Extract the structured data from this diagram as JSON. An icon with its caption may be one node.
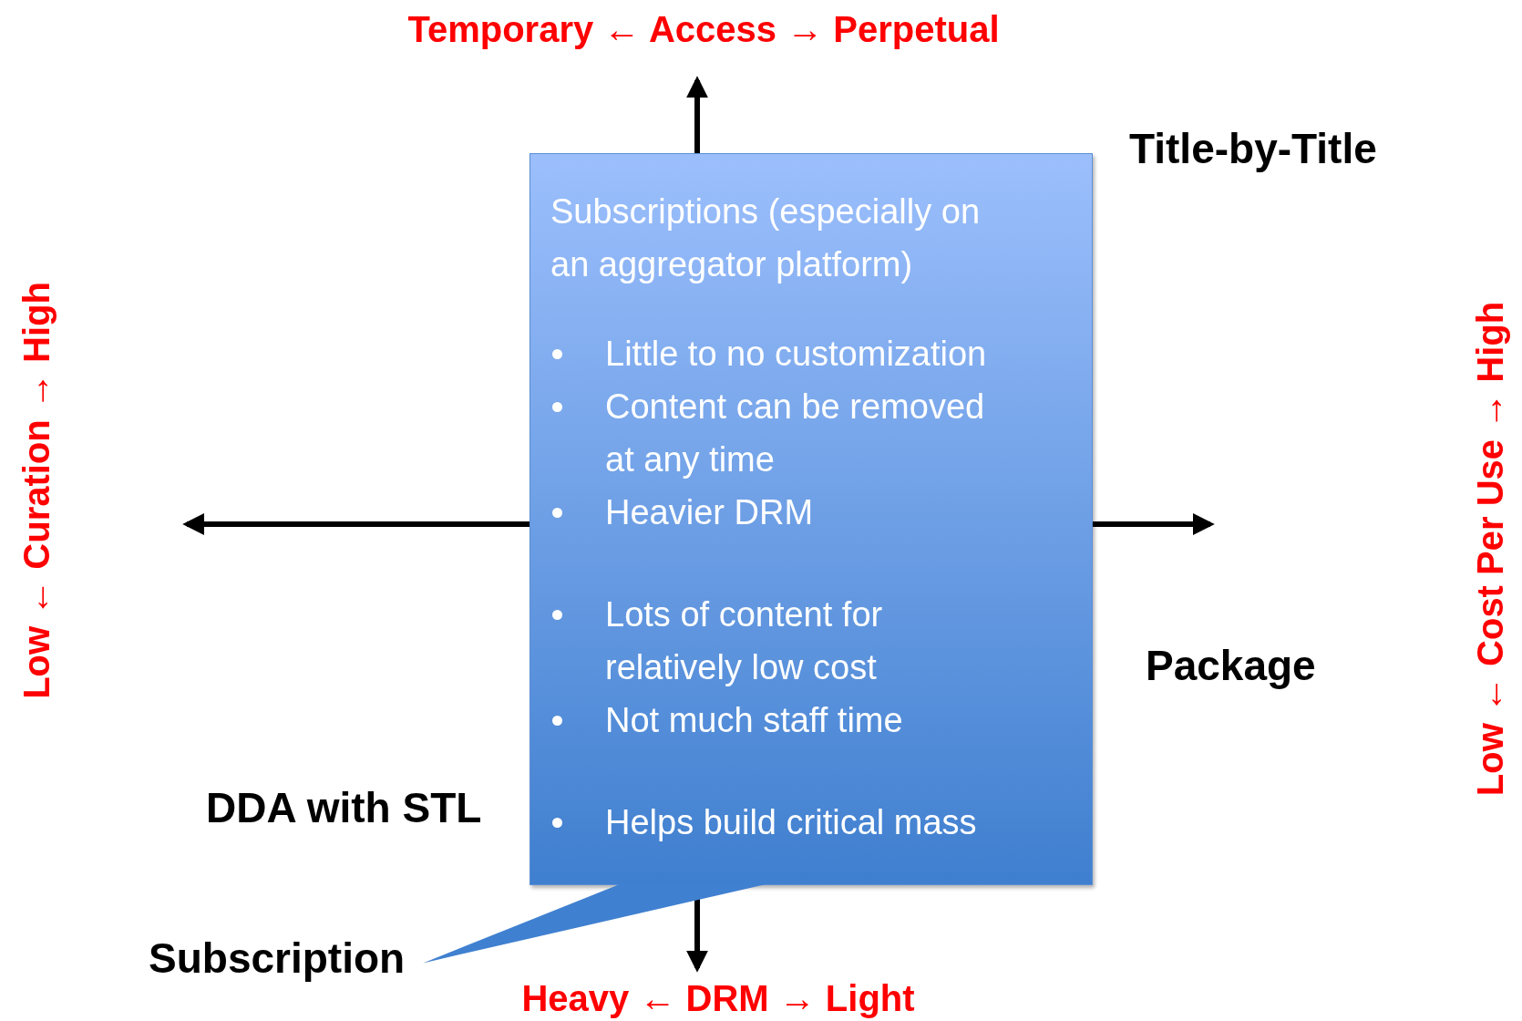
{
  "diagram": {
    "nodes": [
      {
        "text": [
          "Subscriptions (especially on an aggregator platform)",
          "Little to no customization",
          "Content can be removed at any time",
          "Heavier DRM",
          "Lots of content for relatively low cost",
          "Not much staff time",
          "Helps build critical mass"
        ]
      },
      {
        "text": [
          "Subscription"
        ]
      }
    ],
    "edges": [
      {
        "from": 0,
        "to": 1,
        "arrow": "none"
      }
    ],
    "labels": [
      "Temporary ← Access → Perpetual",
      "Title-by-Title",
      "Low ← Curation → High",
      "Low ← Cost Per Use → High",
      "Package",
      "DDA with STL",
      "Heavy ← DRM → Light"
    ]
  }
}
